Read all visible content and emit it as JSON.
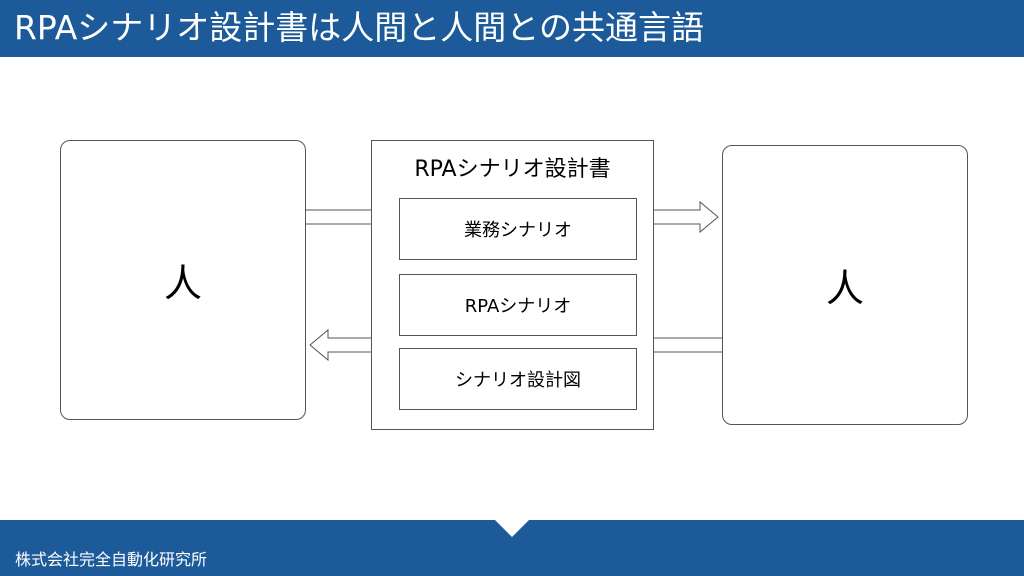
{
  "title": "RPAシナリオ設計書は人間と人間との共通言語",
  "left_person": {
    "label": "人"
  },
  "right_person": {
    "label": "人"
  },
  "document": {
    "title": "RPAシナリオ設計書",
    "items": [
      {
        "label": "業務シナリオ"
      },
      {
        "label": "RPAシナリオ"
      },
      {
        "label": "シナリオ設計図"
      }
    ]
  },
  "footer": {
    "company": "株式会社完全自動化研究所"
  },
  "colors": {
    "brand": "#1c5a99",
    "border": "#555555",
    "background": "#ffffff"
  }
}
